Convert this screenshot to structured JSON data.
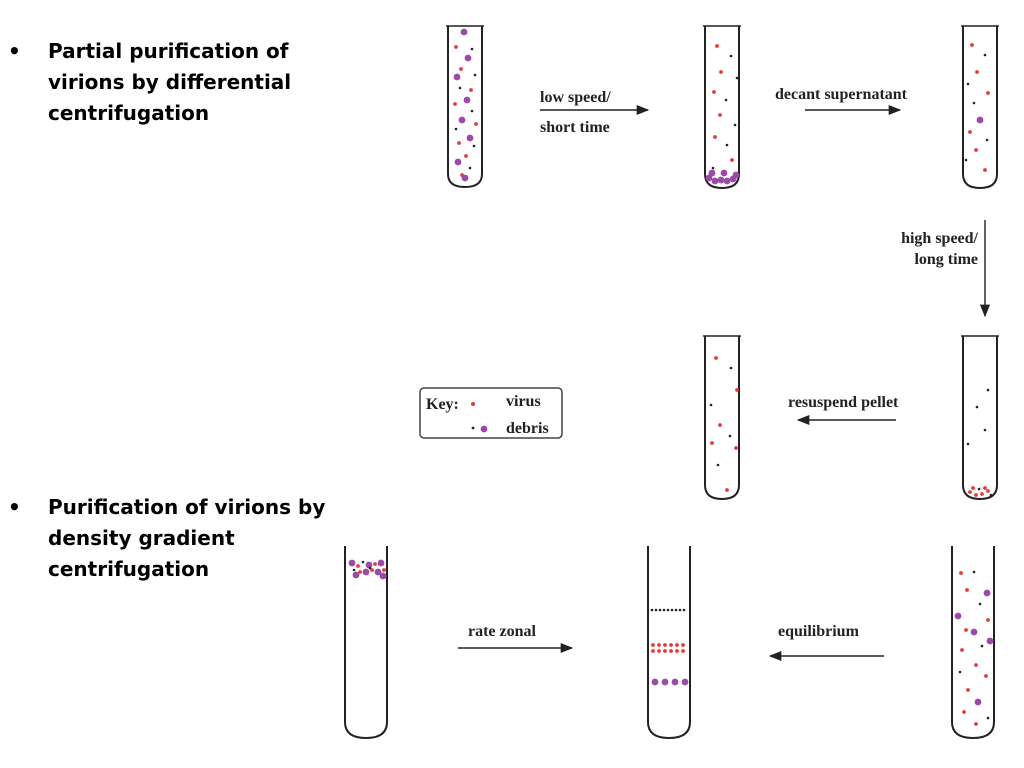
{
  "bullets": [
    {
      "symbol": "•",
      "text": "Partial purification of virions by differential centrifugation"
    },
    {
      "symbol": "•",
      "text": "Purification of virions by density gradient centrifugation"
    }
  ],
  "steps": {
    "low_speed": [
      "low speed/",
      "short time"
    ],
    "decant": "decant supernatant",
    "high_speed": [
      "high speed/",
      "long time"
    ],
    "resuspend": "resuspend pellet",
    "rate_zonal": "rate zonal",
    "equilibrium": "equilibrium"
  },
  "key": {
    "title": "Key:",
    "virus": "virus",
    "debris": "debris"
  },
  "colors": {
    "virus": "#e83a3a",
    "debris_small": "#222222",
    "debris_large": "#9b4aa8"
  }
}
